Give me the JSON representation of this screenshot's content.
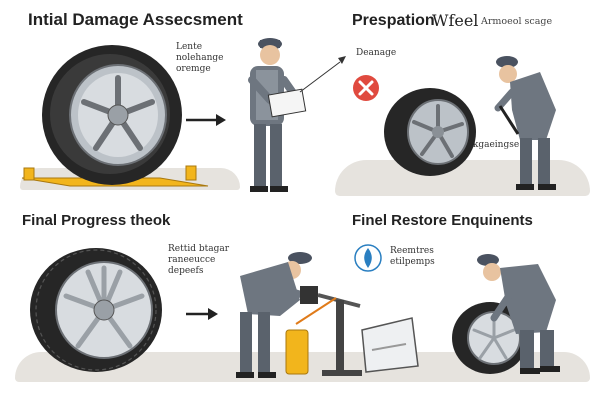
{
  "panels": {
    "top_left": {
      "title": "Intial Damage Assecsment",
      "note_lines": [
        "Lente",
        "nolehange",
        "oremge"
      ]
    },
    "top_right": {
      "title": "Prespation",
      "title_script": "Wfeel",
      "subtitle": "Armoeol scage",
      "damage_label": "Deanage",
      "tool_label": "Ckgaeingse"
    },
    "bottom_left": {
      "title": "Final Progress theok",
      "note_lines": [
        "Rettid btagar",
        "raneeucce",
        "depeefs"
      ]
    },
    "bottom_right": {
      "title": "Finel Restore Enquinents",
      "note_lines": [
        "Reemtres",
        "etilpemps"
      ]
    }
  },
  "colors": {
    "floor": "#e6e3de",
    "tire": "#262626",
    "rim": "#bcc2c8",
    "uniform": "#6e7680",
    "error_red": "#e04a3f",
    "stand_yellow": "#f2b51c",
    "accent_blue": "#2a7fc1"
  },
  "icons": [
    "arrow-right-icon",
    "error-x-icon",
    "flame-icon",
    "wrench-icon",
    "clipboard-icon"
  ]
}
